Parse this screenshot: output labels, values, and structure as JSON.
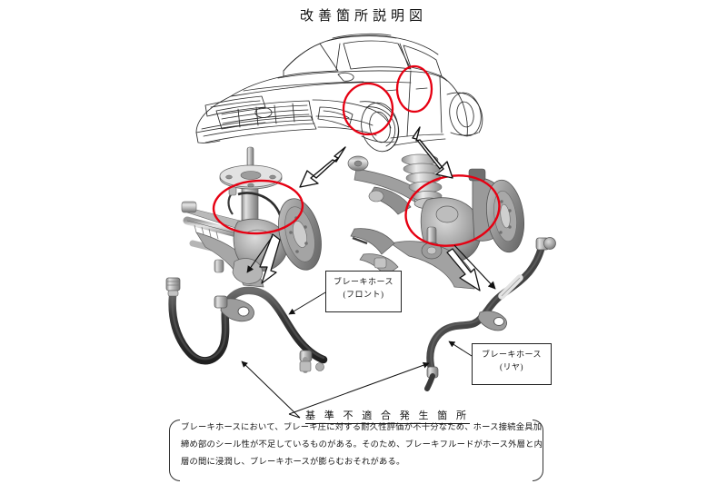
{
  "document": {
    "title": "改善箇所説明図",
    "language": "ja"
  },
  "vehicle_diagram": {
    "name": "vehicle-line-drawing",
    "description": "SUV line art, front three-quarter view",
    "markers": [
      {
        "id": "front-wheel-arch",
        "shape": "ellipse",
        "color": "#e60012"
      },
      {
        "id": "rear-wheel-arch",
        "shape": "ellipse",
        "color": "#e60012"
      }
    ]
  },
  "photos": {
    "front_suspension": {
      "name": "front-suspension-photo",
      "caption": "front strut / hub assembly",
      "marker_color": "#e60012"
    },
    "rear_suspension": {
      "name": "rear-suspension-photo",
      "caption": "rear knuckle / coil spring assembly",
      "marker_color": "#e60012"
    }
  },
  "parts": {
    "front_hose": {
      "name": "front-brake-hose-illustration",
      "label_line1": "ブレーキホース",
      "label_line2": "(フロント)"
    },
    "rear_hose": {
      "name": "rear-brake-hose-illustration",
      "label_line1": "ブレーキホース",
      "label_line2": "(リヤ)"
    }
  },
  "nonconformity": {
    "heading": "基 準 不 適 合 発 生 箇 所",
    "body_lines": [
      "ブレーキホースにおいて、ブレーキ圧に対する耐久性評価が不十分なため、ホース接続金具加",
      "締め部のシール性が不足しているものがある。そのため、ブレーキフルードがホース外層と内",
      "層の間に浸潤し、ブレーキホースが膨らむおそれがある。"
    ]
  },
  "colors": {
    "marker_red": "#e60012",
    "line_black": "#1a1a1a",
    "background": "#ffffff",
    "metal_light": "#d8d8d8",
    "metal_mid": "#a8a8a8",
    "metal_dark": "#6e6e6e",
    "hose_dark": "#4a4a4a"
  }
}
